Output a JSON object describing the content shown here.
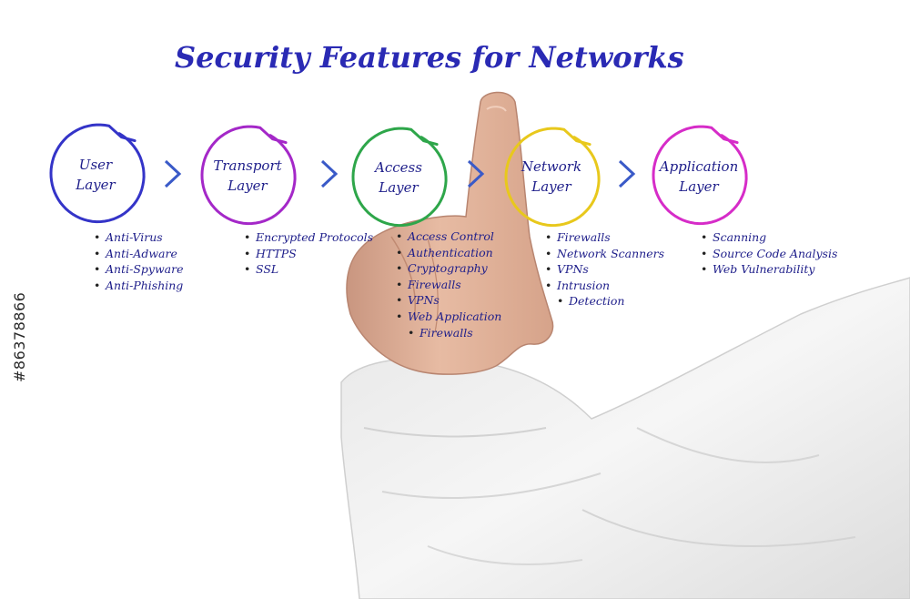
{
  "title": "Security Features for Networks",
  "stock_id": "#86378866",
  "layers": [
    {
      "line1": "User",
      "line2": "Layer",
      "color": "#3434c8",
      "items": [
        "Anti-Virus",
        "Anti-Adware",
        "Anti-Spyware",
        "Anti-Phishing"
      ]
    },
    {
      "line1": "Transport",
      "line2": "Layer",
      "color": "#a428c8",
      "items": [
        "Encrypted Protocols",
        "HTTPS",
        "SSL"
      ]
    },
    {
      "line1": "Access",
      "line2": "Layer",
      "color": "#2ea64a",
      "items": [
        "Access Control",
        "Authentication",
        "Cryptography",
        "Firewalls",
        "VPNs",
        "Web Application",
        "Firewalls"
      ]
    },
    {
      "line1": "Network",
      "line2": "Layer",
      "color": "#e8c81c",
      "items": [
        "Firewalls",
        "Network Scanners",
        "VPNs",
        "Intrusion",
        "Detection"
      ]
    },
    {
      "line1": "Application",
      "line2": "Layer",
      "color": "#d62cc8",
      "items": [
        "Scanning",
        "Source Code Analysis",
        "Web Vulnerability"
      ]
    }
  ],
  "colors": {
    "title": "#2a2ab4",
    "text": "#1e1e8a",
    "arrow": "#3a5ac8",
    "sleeve": "#f1f1f1",
    "skin": "#e3b59c"
  }
}
